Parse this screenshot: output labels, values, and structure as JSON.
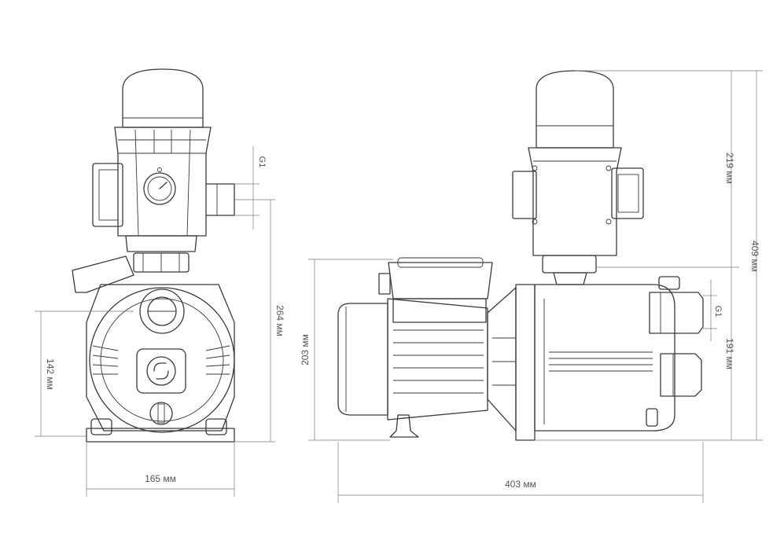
{
  "front_view": {
    "width_label": "165 мм",
    "axis_height_label": "142 мм",
    "total_height_label": "264 мм",
    "outlet_label": "G1"
  },
  "side_view": {
    "length_label": "403 мм",
    "motor_height_label": "203 мм",
    "total_height_label": "409 мм",
    "switch_height_label": "219 мм",
    "inlet_height_label": "191 мм",
    "inlet_label": "G1"
  },
  "colors": {
    "line": "#3a3a3a",
    "dimension": "#7a7a7a",
    "text": "#555555"
  }
}
